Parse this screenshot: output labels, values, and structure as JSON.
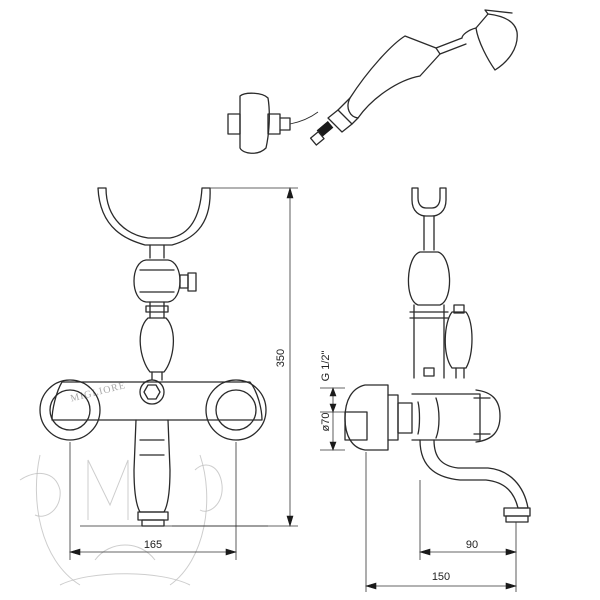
{
  "dimensions": {
    "height_total": "350",
    "width_center": "165",
    "projection_total": "150",
    "spout_reach": "90",
    "body_diameter": "ø70",
    "thread": "G 1/2\""
  },
  "watermark": {
    "text": "MIGLIORE"
  }
}
